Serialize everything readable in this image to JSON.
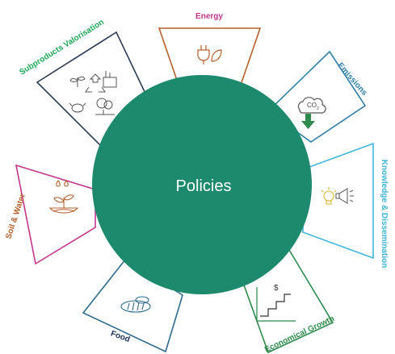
{
  "center": {
    "label": "Policies",
    "color": "#1d8a6e"
  },
  "segments": [
    {
      "label": "Energy",
      "color": "#b5602d",
      "icon": "plug-leaf-icon"
    },
    {
      "label": "Emissions",
      "color": "#2e7fa3",
      "icon": "co2-cloud-icon"
    },
    {
      "label": "Knowledge & Dissemination",
      "color": "#3fb5d9",
      "icon": "lightbulb-megaphone-icon"
    },
    {
      "label": "Economical Growth",
      "color": "#2f8a4d",
      "icon": "growth-chart-icon",
      "icon_text": "$"
    },
    {
      "label": "Food",
      "color": "#2f6a8c",
      "icon": "bread-icon"
    },
    {
      "label": "Soil & Water",
      "color": "#c2378a",
      "icon": "sprout-droplets-icon"
    },
    {
      "label": "Subproducts Valorisation",
      "color": "#1fa85b",
      "icon": "plants-recycling-factory-icon"
    }
  ],
  "co2_text": "CO",
  "co2_sub": "2"
}
